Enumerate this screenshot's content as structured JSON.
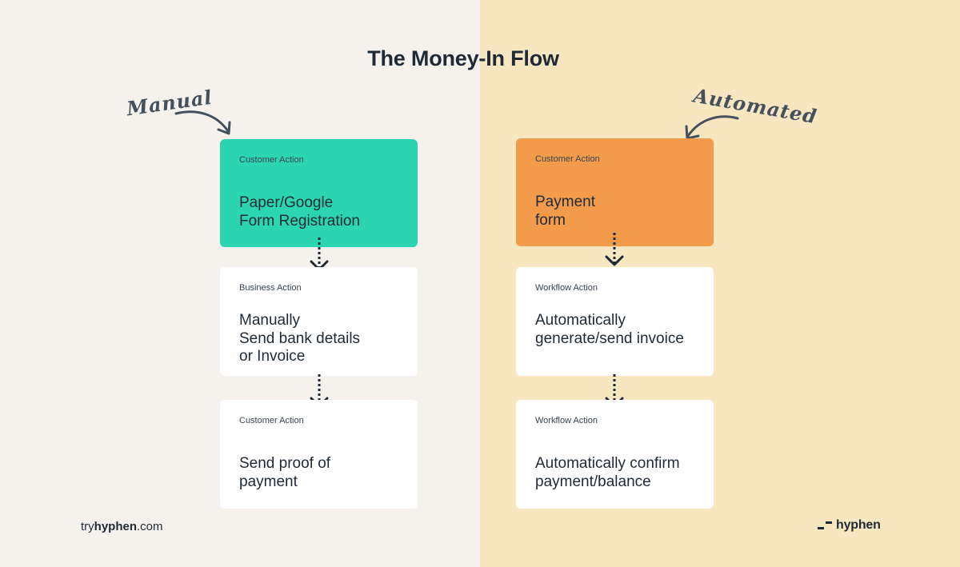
{
  "title": "The Money-In Flow",
  "manual": {
    "label": "Manual",
    "cards": [
      {
        "kicker": "Customer Action",
        "body": "Paper/Google\nForm Registration",
        "color": "#2ad5b0"
      },
      {
        "kicker": "Business Action",
        "body": "Manually\nSend bank details\nor Invoice",
        "color": "#ffffff"
      },
      {
        "kicker": "Customer Action",
        "body": "Send proof of\npayment",
        "color": "#ffffff"
      }
    ]
  },
  "automated": {
    "label": "Automated",
    "cards": [
      {
        "kicker": "Customer Action",
        "body": "Payment\nform",
        "color": "#f29c4b"
      },
      {
        "kicker": "Workflow Action",
        "body": "Automatically\ngenerate/send invoice",
        "color": "#ffffff"
      },
      {
        "kicker": "Workflow Action",
        "body": "Automatically confirm\npayment/balance",
        "color": "#ffffff"
      }
    ]
  },
  "footer": {
    "site_prefix": "try",
    "site_bold": "hyphen",
    "site_suffix": ".com",
    "brand": "hyphen"
  },
  "colors": {
    "left_bg": "#f5f2ed",
    "right_bg": "#f7e6c0",
    "text": "#1f2a37"
  }
}
